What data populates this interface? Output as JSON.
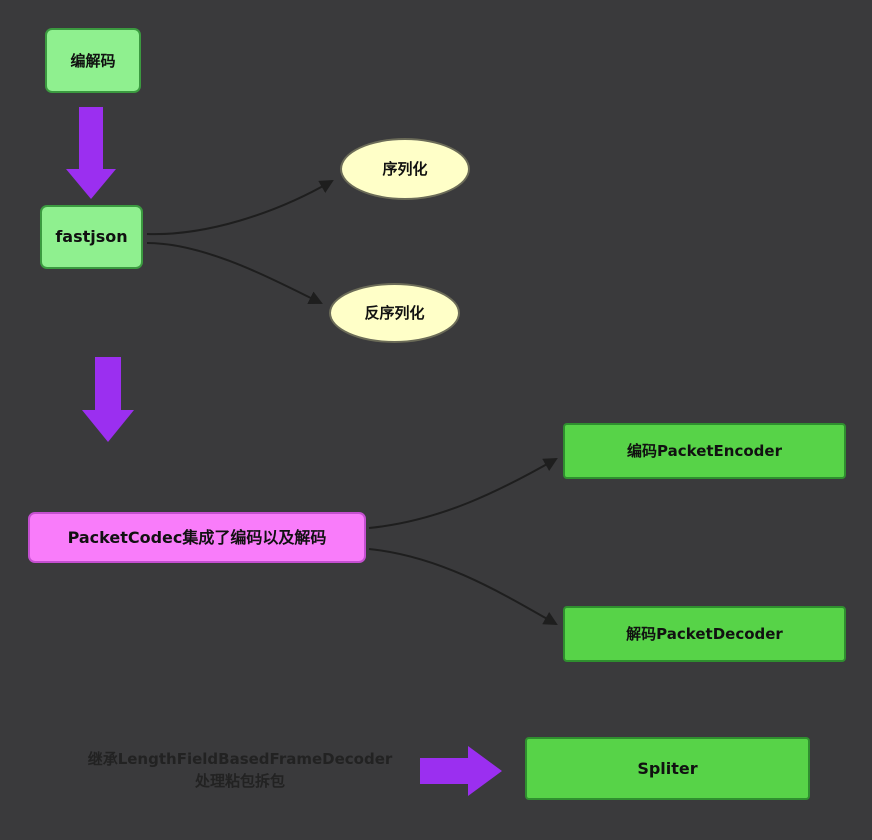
{
  "diagram": {
    "background": "#3a3a3c",
    "nodes": {
      "codec": {
        "label": "编解码",
        "shape": "rect",
        "fill": "#8ff08f"
      },
      "fastjson": {
        "label": "fastjson",
        "shape": "rect",
        "fill": "#8ff08f"
      },
      "serialize": {
        "label": "序列化",
        "shape": "ellipse",
        "fill": "#ffffc8"
      },
      "deserialize": {
        "label": "反序列化",
        "shape": "ellipse",
        "fill": "#ffffc8"
      },
      "packet_codec": {
        "label": "PacketCodec集成了编码以及解码",
        "shape": "rect",
        "fill": "#f97cfa"
      },
      "encoder": {
        "label": "编码PacketEncoder",
        "shape": "rect",
        "fill": "#57d348"
      },
      "decoder": {
        "label": "解码PacketDecoder",
        "shape": "rect",
        "fill": "#57d348"
      },
      "spliter": {
        "label": "Spliter",
        "shape": "rect",
        "fill": "#57d348"
      }
    },
    "annotation": {
      "line1": "继承LengthFieldBasedFrameDecoder",
      "line2": "处理粘包拆包"
    },
    "edges": [
      {
        "from": "fastjson",
        "to": "serialize"
      },
      {
        "from": "fastjson",
        "to": "deserialize"
      },
      {
        "from": "packet_codec",
        "to": "encoder"
      },
      {
        "from": "packet_codec",
        "to": "decoder"
      },
      {
        "from": "codec",
        "to": "fastjson",
        "style": "block-arrow"
      },
      {
        "from": "fastjson",
        "to": "packet_codec",
        "style": "block-arrow"
      },
      {
        "from": "annotation",
        "to": "spliter",
        "style": "block-arrow"
      }
    ],
    "colors": {
      "block_arrow": "#9b2ff0",
      "connector": "#1e1e1e",
      "node_text": "#111111",
      "annotation_text": "#222222"
    }
  }
}
